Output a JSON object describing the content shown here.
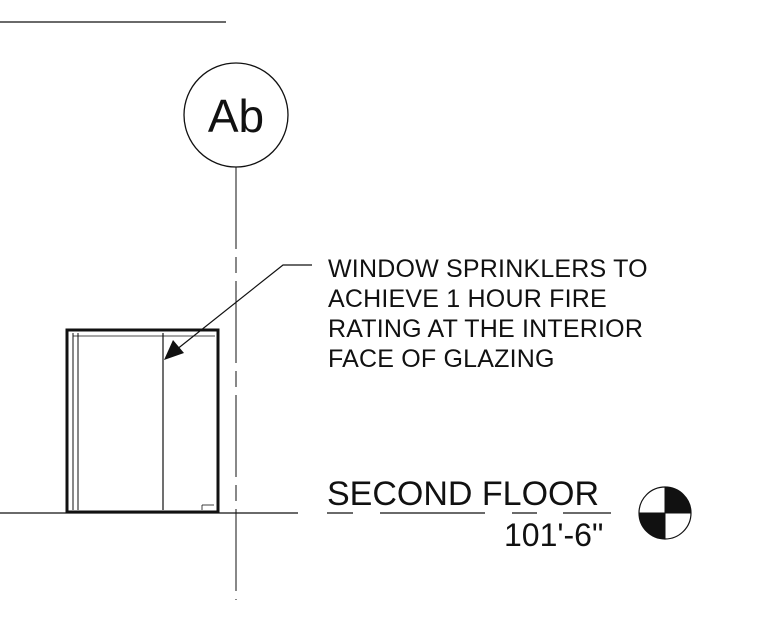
{
  "grid": {
    "label": "Ab"
  },
  "note": {
    "lines": [
      "WINDOW SPRINKLERS TO",
      "ACHIEVE 1 HOUR FIRE",
      "RATING AT THE INTERIOR",
      "FACE OF GLAZING"
    ]
  },
  "level": {
    "name": "SECOND FLOOR",
    "elevation": "101'-6\""
  },
  "colors": {
    "ink": "#111111",
    "paper": "#ffffff"
  }
}
